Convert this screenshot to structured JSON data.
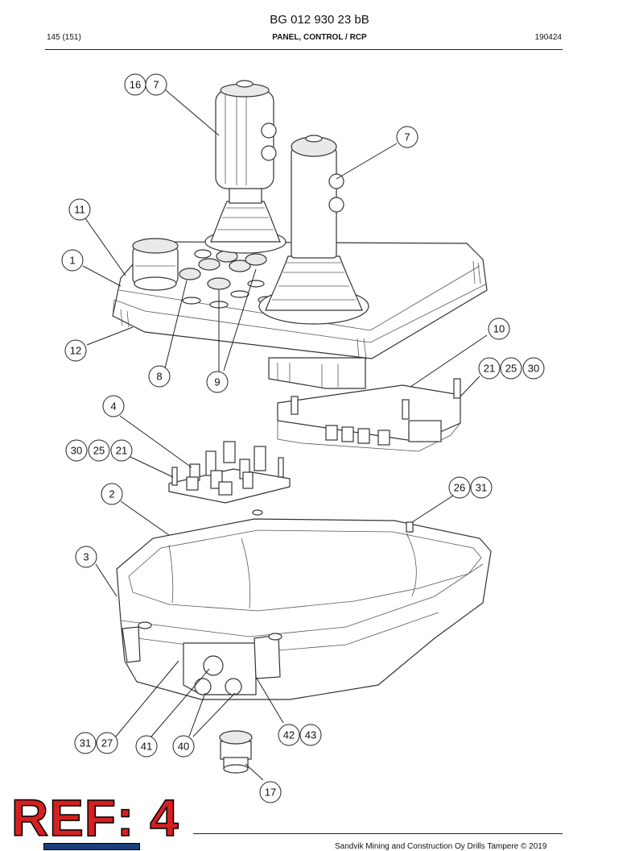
{
  "document": {
    "title": "BG 012 930 23 bB",
    "page": "145 (151)",
    "section": "PANEL, CONTROL / RCP",
    "date_code": "190424",
    "footer": "Sandvik Mining and Construction Oy Drills Tampere © 2019",
    "stamp": "REF: 4"
  },
  "callouts": [
    {
      "id": "c16",
      "label": "16"
    },
    {
      "id": "c7a",
      "label": "7"
    },
    {
      "id": "c7b",
      "label": "7"
    },
    {
      "id": "c11",
      "label": "11"
    },
    {
      "id": "c1",
      "label": "1"
    },
    {
      "id": "c12",
      "label": "12"
    },
    {
      "id": "c8",
      "label": "8"
    },
    {
      "id": "c9",
      "label": "9"
    },
    {
      "id": "c10",
      "label": "10"
    },
    {
      "id": "c21a",
      "label": "21"
    },
    {
      "id": "c25a",
      "label": "25"
    },
    {
      "id": "c30a",
      "label": "30"
    },
    {
      "id": "c4",
      "label": "4"
    },
    {
      "id": "c30b",
      "label": "30"
    },
    {
      "id": "c25b",
      "label": "25"
    },
    {
      "id": "c21b",
      "label": "21"
    },
    {
      "id": "c2",
      "label": "2"
    },
    {
      "id": "c26",
      "label": "26"
    },
    {
      "id": "c31a",
      "label": "31"
    },
    {
      "id": "c3",
      "label": "3"
    },
    {
      "id": "c42",
      "label": "42"
    },
    {
      "id": "c43",
      "label": "43"
    },
    {
      "id": "c31b",
      "label": "31"
    },
    {
      "id": "c27",
      "label": "27"
    },
    {
      "id": "c41",
      "label": "41"
    },
    {
      "id": "c40",
      "label": "40"
    },
    {
      "id": "c17",
      "label": "17"
    }
  ]
}
